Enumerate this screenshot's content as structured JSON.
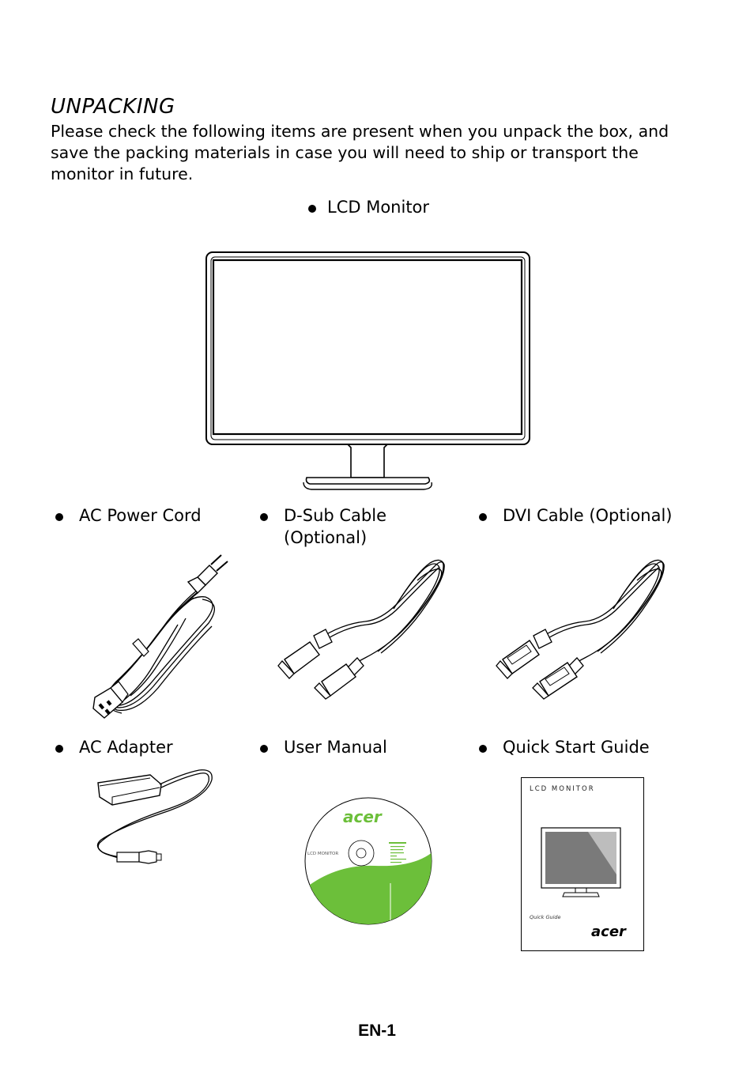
{
  "section": {
    "title": "UNPACKING",
    "intro": "Please check the following items are present when you unpack the box, and save the packing materials in case you will need to ship or transport the monitor in future."
  },
  "items": {
    "lcd_monitor": "LCD Monitor",
    "ac_power_cord": "AC Power Cord",
    "dsub_cable": "D-Sub Cable (Optional)",
    "dvi_cable": "DVI Cable (Optional)",
    "ac_adapter": "AC Adapter",
    "user_manual": "User Manual",
    "quick_start_guide": "Quick Start Guide"
  },
  "cd": {
    "logo": "acer",
    "label": "LCD MONITOR"
  },
  "guide": {
    "header": "LCD MONITOR",
    "caption": "Quick Guide",
    "logo": "acer"
  },
  "footer": {
    "page": "EN-1"
  }
}
